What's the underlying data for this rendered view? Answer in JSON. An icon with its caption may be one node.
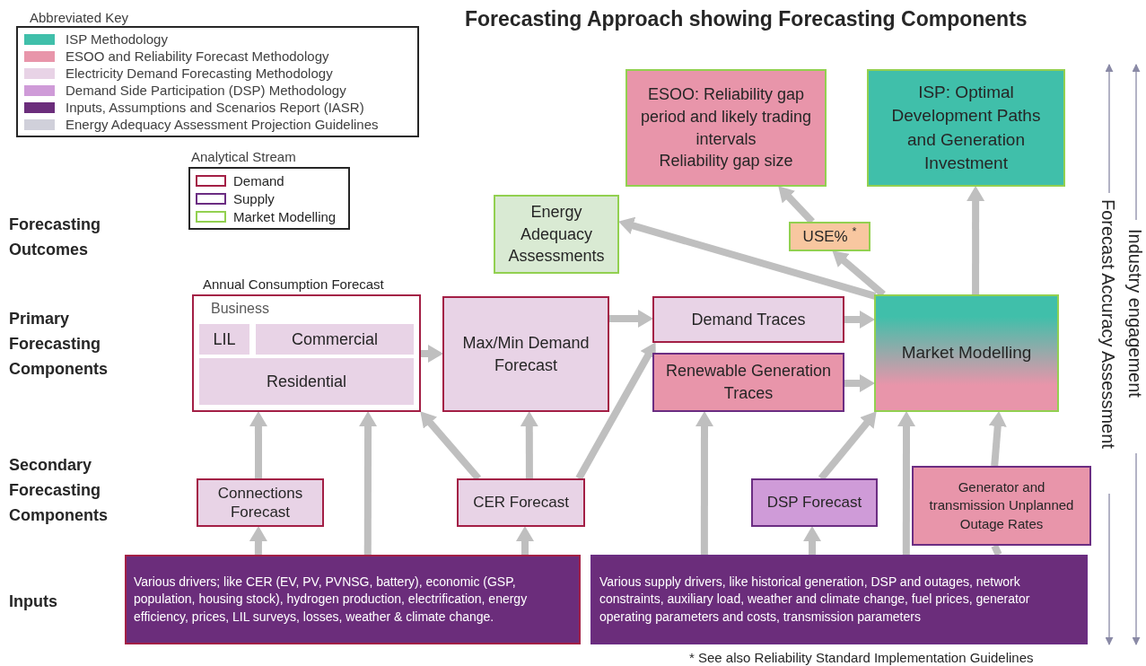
{
  "diagram": {
    "title": "Forecasting Approach showing Forecasting Components",
    "nodes": [
      {
        "text": [
          "ESOO: Reliability gap period and likely trading intervals",
          "Reliability gap size"
        ]
      },
      {
        "text": [
          "ISP: Optimal Development Paths and Generation Investment"
        ]
      },
      {
        "text": [
          "Energy Adequacy Assessments"
        ]
      },
      {
        "text": [
          "USE% $^{*}$"
        ]
      },
      {
        "text": [
          "Annual Consumption Forecast",
          "Business"
        ]
      },
      {
        "text": [
          "LIL"
        ],
        "in": 4
      },
      {
        "text": [
          "Commercial"
        ],
        "in": 4
      },
      {
        "text": [
          "Residential"
        ],
        "in": 4
      },
      {
        "text": [
          "Max/Min Demand Forecast"
        ]
      },
      {
        "text": [
          "Demand Traces"
        ]
      },
      {
        "text": [
          "Renewable Generation Traces"
        ]
      },
      {
        "text": [
          "Market Modelling"
        ]
      },
      {
        "text": [
          "Connections Forecast"
        ]
      },
      {
        "text": [
          "CER Forecast"
        ]
      },
      {
        "text": [
          "DSP Forecast"
        ]
      },
      {
        "text": [
          "Generator and transmission Unplanned Outage Rates"
        ]
      },
      {
        "text": [
          "Various drivers; like CER (EV, PV, PVNSG, battery), economic (GSP, population, housing stock), hydrogen production, electrification, energy efficiency, prices, LIL surveys, losses, weather & climate change."
        ]
      },
      {
        "text": [
          "Various supply drivers, like historical generation, DSP and outages, network constraints, auxiliary load, weather and climate change, fuel prices, generator operating parameters and costs, transmission parameters"
        ]
      }
    ],
    "edges": [
      {
        "from": 16,
        "to": 12,
        "arrow": "to"
      },
      {
        "from": 12,
        "to": 4,
        "arrow": "to"
      },
      {
        "from": 16,
        "to": 4,
        "arrow": "to"
      },
      {
        "from": 16,
        "to": 13,
        "arrow": "to"
      },
      {
        "from": 13,
        "to": 4,
        "arrow": "to"
      },
      {
        "from": 13,
        "to": 8,
        "arrow": "to"
      },
      {
        "from": 13,
        "to": 9,
        "arrow": "to"
      },
      {
        "from": 4,
        "to": 8,
        "arrow": "to"
      },
      {
        "from": 8,
        "to": 9,
        "arrow": "to"
      },
      {
        "from": 9,
        "to": 11,
        "arrow": "to"
      },
      {
        "from": 10,
        "to": 11,
        "arrow": "to"
      },
      {
        "from": 17,
        "to": 10,
        "arrow": "to"
      },
      {
        "from": 17,
        "to": 14,
        "arrow": "to"
      },
      {
        "from": 14,
        "to": 11,
        "arrow": "to"
      },
      {
        "from": 17,
        "to": 11,
        "arrow": "to"
      },
      {
        "from": 17,
        "to": 15,
        "arrow": "none"
      },
      {
        "from": 15,
        "to": 11,
        "arrow": "to"
      },
      {
        "from": 11,
        "to": 2,
        "arrow": "to"
      },
      {
        "from": 11,
        "to": 3,
        "arrow": "to"
      },
      {
        "from": 3,
        "to": 0,
        "arrow": "to"
      },
      {
        "from": 11,
        "to": 1,
        "arrow": "to"
      }
    ],
    "labels": [
      "Abbreviated Key",
      "Analytical Stream",
      "Forecasting Outcomes",
      "Primary Forecasting Components",
      "Secondary Forecasting Components",
      "Inputs",
      "Forecast Accuracy Assessment",
      "Industry engagement",
      "* See also Reliability Standard Implementation Guidelines"
    ],
    "legend": [
      {
        "text": "ISP Methodology",
        "color": "#40bfaa"
      },
      {
        "text": "ESOO and Reliability Forecast Methodology",
        "color": "#e895aa"
      },
      {
        "text": "Electricity Demand Forecasting Methodology",
        "color": "#e8d3e6"
      },
      {
        "text": "Demand Side Participation (DSP) Methodology",
        "color": "#cf9bd8"
      },
      {
        "text": "Inputs, Assumptions and Scenarios Report (IASR)",
        "color": "#6b2d7b"
      },
      {
        "text": "Energy Adequacy Assessment Projection Guidelines",
        "color": "#d0d0da"
      },
      {
        "text": "Demand"
      },
      {
        "text": "Supply"
      },
      {
        "text": "Market Modelling"
      }
    ]
  }
}
